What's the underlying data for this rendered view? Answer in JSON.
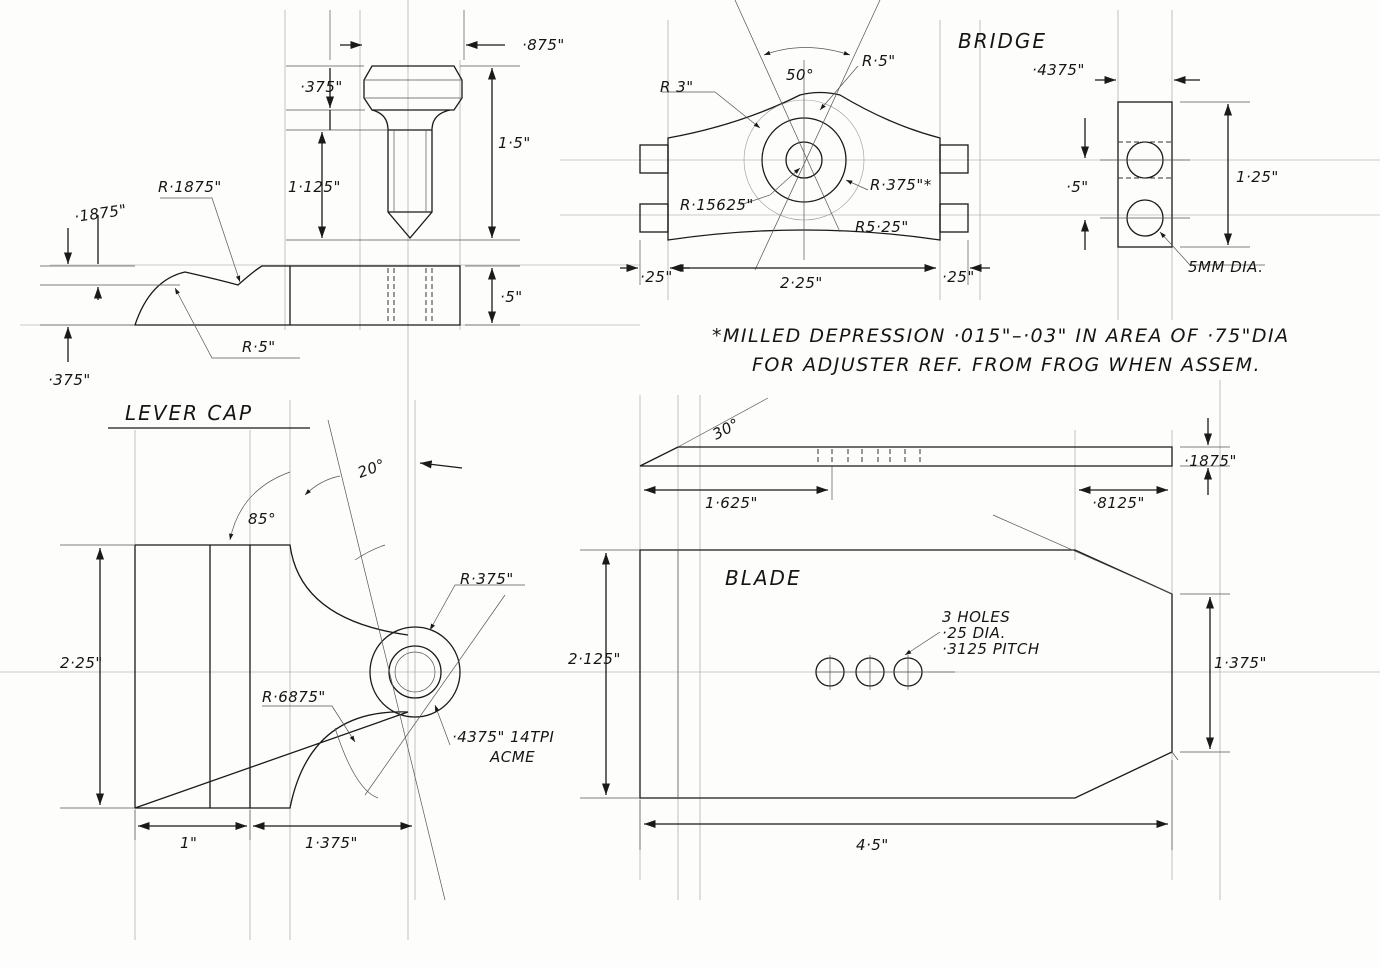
{
  "bridge": {
    "title": "BRIDGE",
    "dims": {
      "angle": "50°",
      "r3": "R 3\"",
      "r5": "R·5\"",
      "r15625": "R·15625\"",
      "r375": "R·375\"*",
      "r525": "R5·25\"",
      "w225": "2·25\"",
      "edge_left": "·25\"",
      "edge_right": "·25\"",
      "side_4375": "·4375\"",
      "side_125": "1·25\"",
      "side_5": "·5\"",
      "hole": "5MM DIA."
    }
  },
  "adjuster": {
    "dims": {
      "d875": "·875\"",
      "d375_head": "·375\"",
      "d15": "1·5\"",
      "d1125": "1·125\"",
      "r1875": "R·1875\"",
      "d1875": "·1875\"",
      "d5": "·5\"",
      "r5": "R·5\"",
      "d375_base": "·375\""
    }
  },
  "note": {
    "line1": "*MILLED DEPRESSION ·015\"–·03\" IN AREA OF ·75\"DIA",
    "line2": "FOR ADJUSTER REF. FROM FROG WHEN ASSEM."
  },
  "lever_cap": {
    "title": "LEVER CAP",
    "dims": {
      "angle85": "85°",
      "angle20": "20°",
      "r375": "R·375\"",
      "r6875": "R·6875\"",
      "thread1": "·4375\" 14TPI",
      "thread2": "ACME",
      "h225": "2·25\"",
      "w1": "1\"",
      "w1375": "1·375\""
    }
  },
  "blade": {
    "title": "BLADE",
    "dims": {
      "angle30": "30°",
      "t1875": "·1875\"",
      "l1625": "1·625\"",
      "l8125": "·8125\"",
      "holes1": "3 HOLES",
      "holes2": "·25 DIA.",
      "holes3": "·3125 PITCH",
      "h2125": "2·125\"",
      "h1375": "1·375\"",
      "l45": "4·5\""
    }
  }
}
